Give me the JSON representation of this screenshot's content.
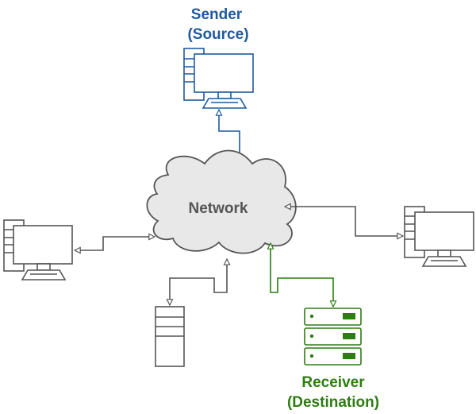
{
  "sender": {
    "line1": "Sender",
    "line2": "(Source)",
    "color": "#1f5a9e"
  },
  "network": {
    "label": "Network",
    "fill": "#e8e8e8",
    "stroke": "#555555"
  },
  "receiver": {
    "line1": "Receiver",
    "line2": "(Destination)",
    "color": "#2e7d12"
  },
  "nodes": {
    "sender_icon": "desktop-computer-icon",
    "left_icon": "desktop-computer-icon",
    "right_icon": "desktop-computer-icon",
    "tower_icon": "server-tower-icon",
    "receiver_icon": "rack-server-icon"
  },
  "colors": {
    "neutral": "#555555"
  }
}
